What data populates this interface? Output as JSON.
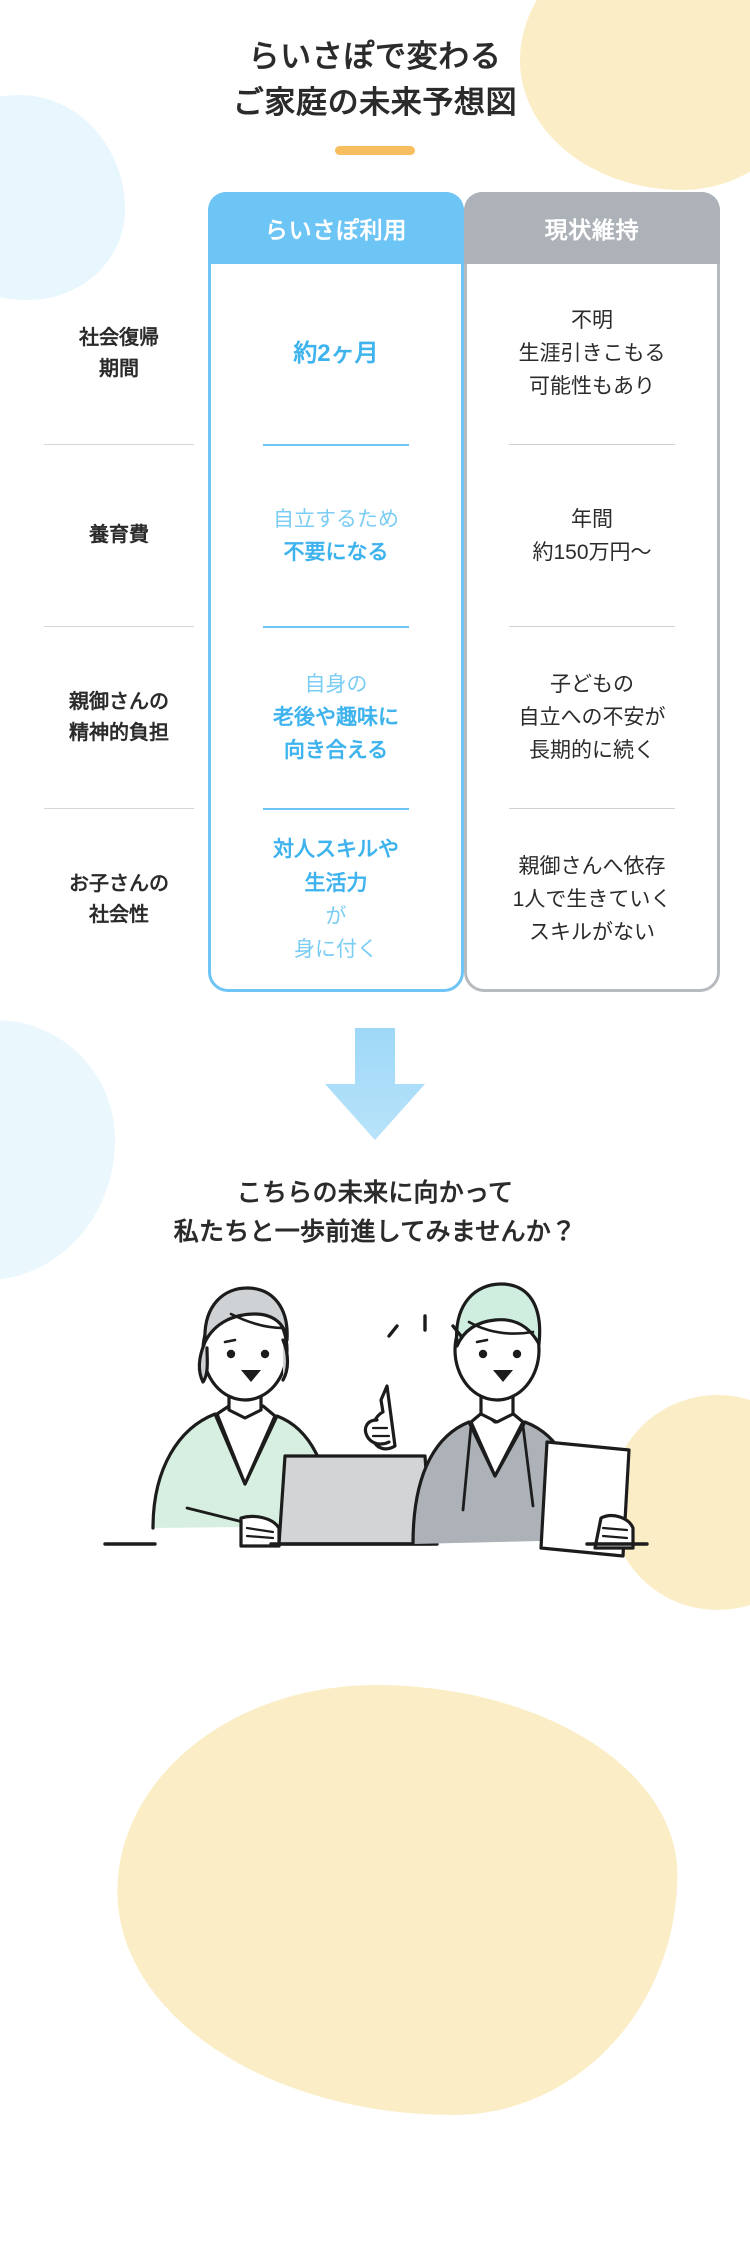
{
  "title": {
    "line1": "らいさぽで変わる",
    "line2": "ご家庭の未来予想図"
  },
  "table": {
    "headers": {
      "label_column": "",
      "positive": "らいさぽ利用",
      "negative": "現状維持"
    },
    "rows": [
      {
        "label_line1": "社会復帰",
        "label_line2": "期間",
        "positive": {
          "line1": "約2ヶ月"
        },
        "negative": {
          "line1": "不明",
          "line2": "生涯引きこもる",
          "line3": "可能性もあり"
        }
      },
      {
        "label_line1": "養育費",
        "label_line2": "",
        "positive": {
          "line1": "自立するため",
          "line2": "不要になる"
        },
        "negative": {
          "line1": "年間",
          "line2": "約150万円〜"
        }
      },
      {
        "label_line1": "親御さんの",
        "label_line2": "精神的負担",
        "positive": {
          "line1": "自身の",
          "line2": "老後や趣味に",
          "line3": "向き合える"
        },
        "negative": {
          "line1": "子どもの",
          "line2": "自立への不安が",
          "line3": "長期的に続く"
        }
      },
      {
        "label_line1": "お子さんの",
        "label_line2": "社会性",
        "positive": {
          "line1_bold": "対人スキルや",
          "line2_bold": "生活力",
          "line2_tail": "が",
          "line3": "身に付く"
        },
        "negative": {
          "line1": "親御さんへ依存",
          "line2": "1人で生きていく",
          "line3": "スキルがない"
        }
      }
    ]
  },
  "closing": {
    "line1": "こちらの未来に向かって",
    "line2": "私たちと一歩前進してみませんか？"
  },
  "colors": {
    "accent_blue": "#6dc5f5",
    "text_blue": "#3fb3ee",
    "text_blue_light": "#7ccdf4",
    "neutral_gray": "#adb2b8",
    "accent_orange": "#f7bd5f",
    "cream": "#fbeec6",
    "pale_blue": "#e8f6fd",
    "mint": "#d6efe0",
    "ink": "#2b2b2b"
  },
  "icons": {
    "down_arrow": "down-arrow-icon",
    "illustration": "two-people-consulting-illustration"
  }
}
